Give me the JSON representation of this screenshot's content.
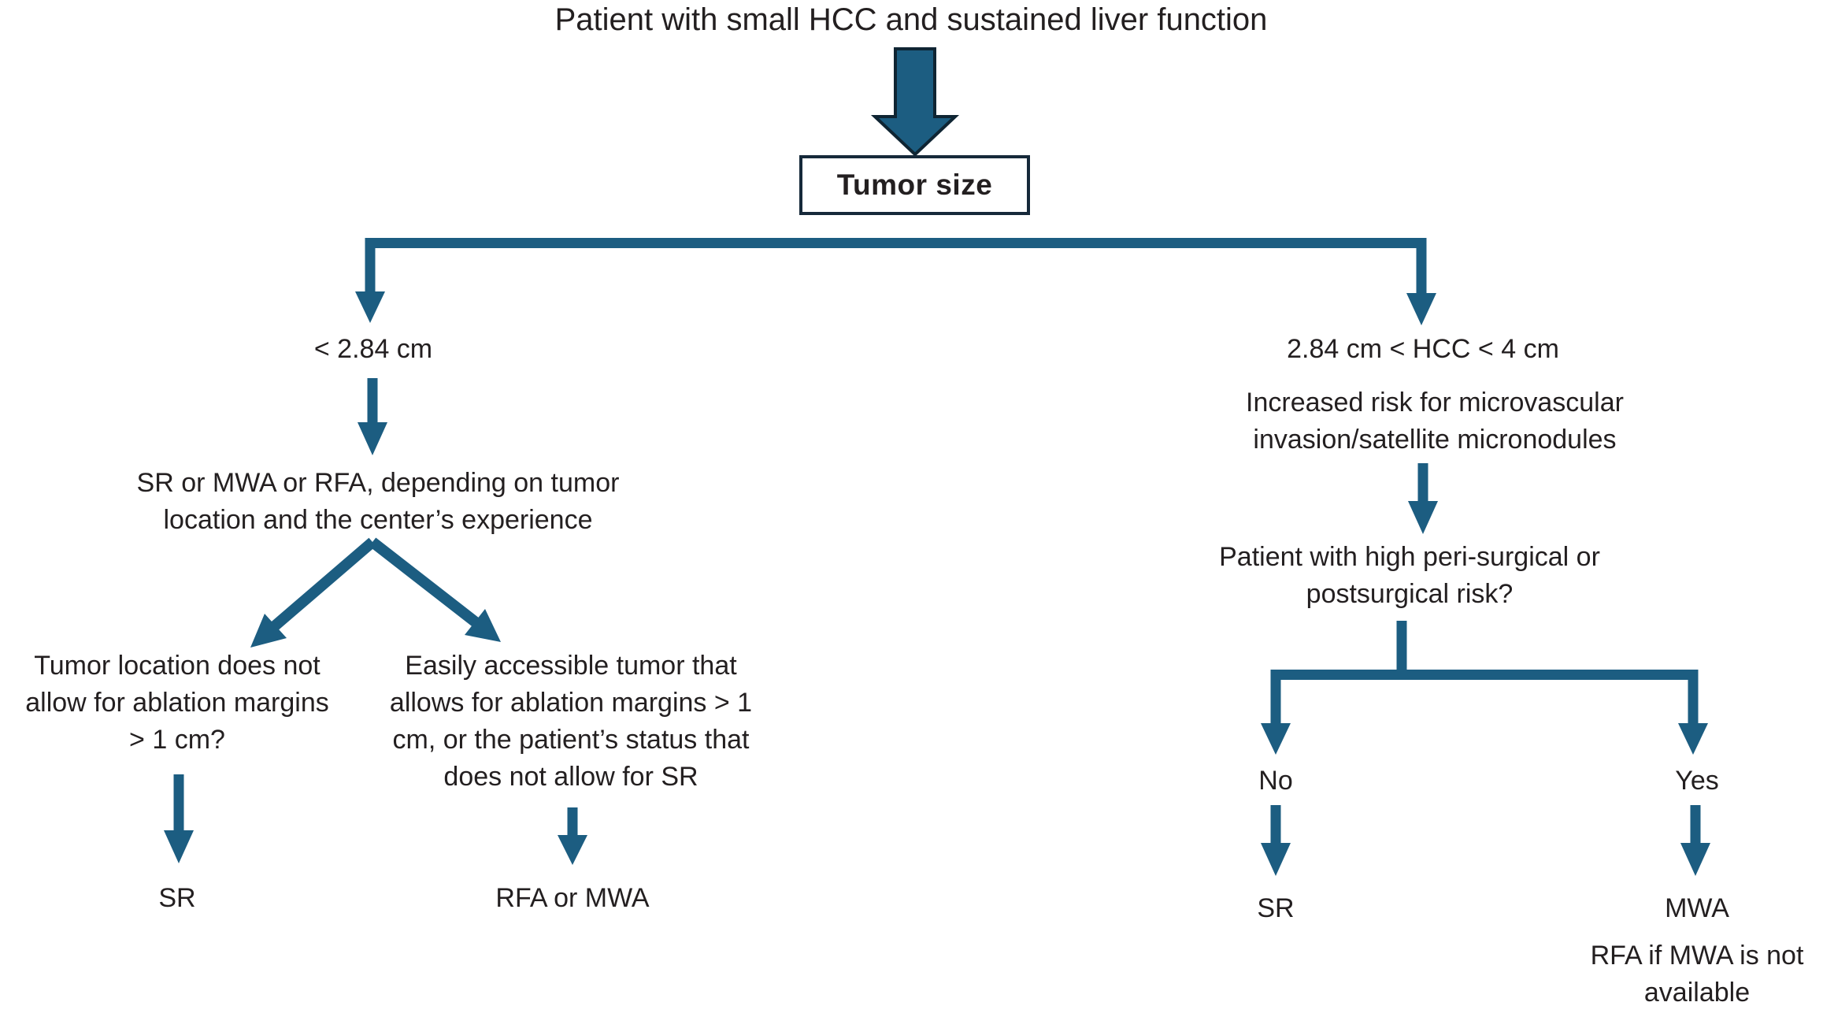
{
  "colors": {
    "accent": "#1c5d81",
    "arrow_outline": "#0f2533",
    "box_border": "#16293a",
    "text": "#231f20",
    "background": "#ffffff"
  },
  "title": "Patient with small HCC and sustained liver function",
  "root_box": {
    "label": "Tumor size"
  },
  "left_branch": {
    "size_label": "< 2.84 cm",
    "strategy_lines": [
      "SR or MWA or RFA, depending on tumor",
      "location and the center’s experience"
    ],
    "option_left": {
      "question_lines": [
        "Tumor location does not",
        "allow for ablation margins",
        "> 1 cm?"
      ],
      "outcome": "SR"
    },
    "option_right": {
      "question_lines": [
        "Easily accessible tumor that",
        "allows for ablation margins > 1",
        "cm, or the patient’s status that",
        "does not allow for SR"
      ],
      "outcome": "RFA or MWA"
    }
  },
  "right_branch": {
    "size_label": "2.84 cm < HCC < 4 cm",
    "risk_lines": [
      "Increased risk for microvascular",
      "invasion/satellite micronodules"
    ],
    "question_lines": [
      "Patient with high peri-surgical or",
      "postsurgical risk?"
    ],
    "option_no": {
      "label": "No",
      "outcome": "SR"
    },
    "option_yes": {
      "label": "Yes",
      "outcome": "MWA",
      "outcome_note_lines": [
        "RFA if MWA is not",
        "available"
      ]
    }
  }
}
